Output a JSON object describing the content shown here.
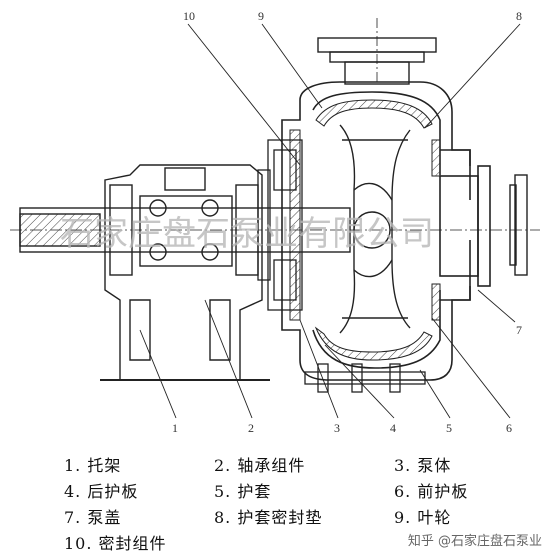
{
  "callouts": [
    "10",
    "9",
    "8",
    "1",
    "2",
    "3",
    "4",
    "5",
    "6",
    "7"
  ],
  "watermark": "石家庄盘石泵业有限公司",
  "legend": [
    "1. 托架",
    "2. 轴承组件",
    "3. 泵体",
    "4. 后护板",
    "5. 护套",
    "6. 前护板",
    "7. 泵盖",
    "8. 护套密封垫",
    "9. 叶轮",
    "10. 密封组件"
  ],
  "credit": "知乎 @石家庄盘石泵业"
}
